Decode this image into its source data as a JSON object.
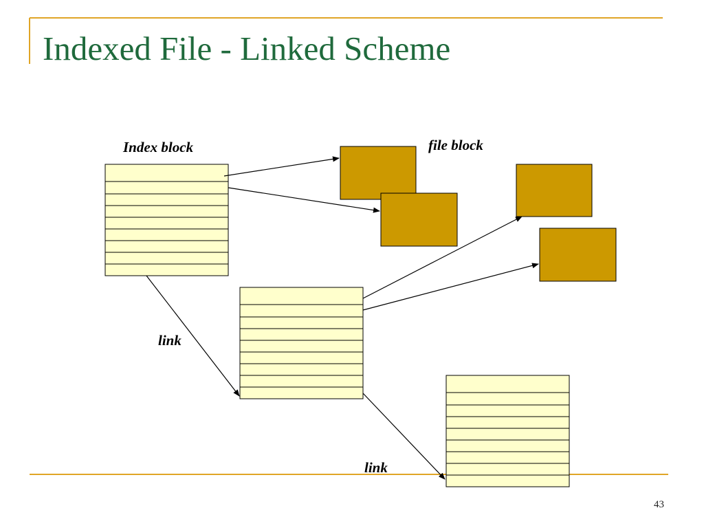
{
  "slide": {
    "title": "Indexed File - Linked Scheme",
    "page_number": "43"
  },
  "diagram": {
    "labels": {
      "index_block": "Index block",
      "file_block": "file block",
      "link_1": "link",
      "link_2": "link"
    },
    "colors": {
      "title": "#1f6a3c",
      "accent_rule": "#e0a526",
      "index_fill": "#ffffcc",
      "file_block_fill": "#cc9900"
    }
  }
}
